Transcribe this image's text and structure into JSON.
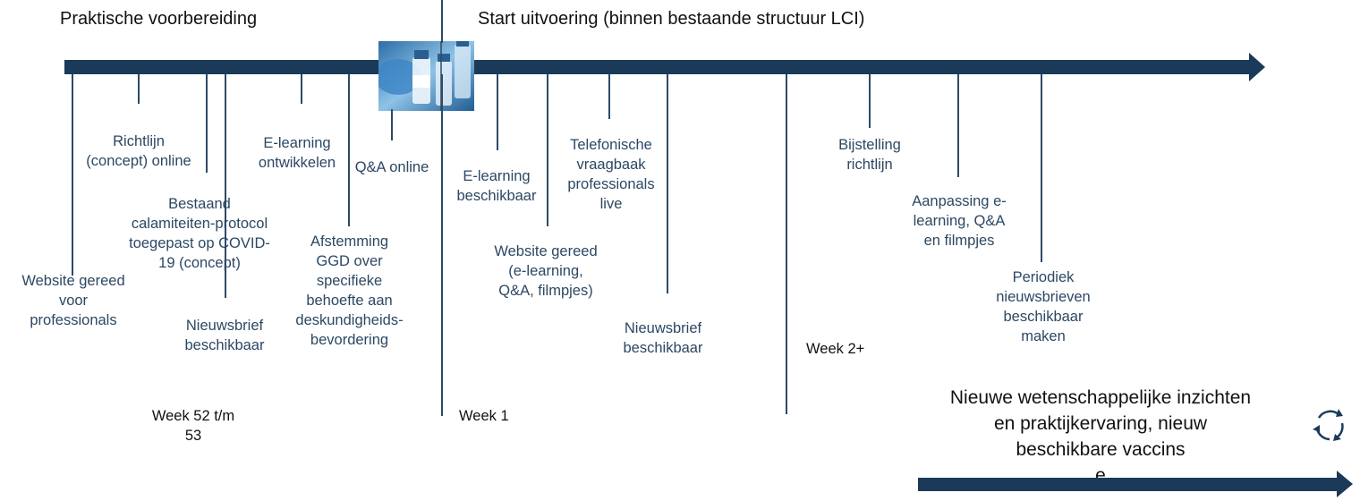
{
  "phases": {
    "left": "Praktische voorbereiding",
    "right": "Start uitvoering (binnen bestaande structuur LCI)"
  },
  "milestones": {
    "m1": "Website gereed\nvoor\nprofessionals",
    "m2": "Richtlijn\n(concept) online",
    "m3": "Bestaand\ncalamiteiten-protocol\ntoegepast op COVID-\n19 (concept)",
    "m4": "Nieuwsbrief\nbeschikbaar",
    "m5": "E-learning\nontwikkelen",
    "m6": "Afstemming\nGGD over\nspecifieke\nbehoefte aan\ndeskundigheids-\nbevordering",
    "m7": "Q&A online",
    "m8": "E-learning\nbeschikbaar",
    "m9": "Website gereed\n(e-learning,\nQ&A, filmpjes)",
    "m10": "Telefonische\nvraagbaak\nprofessionals\nlive",
    "m11": "Nieuwsbrief\nbeschikbaar",
    "m12": "Bijstelling\nrichtlijn",
    "m13": "Aanpassing e-\nlearning, Q&A\nen filmpjes",
    "m14": "Periodiek\nnieuwsbrieven\nbeschikbaar\nmaken"
  },
  "weeks": {
    "w52": "Week 52 t/m\n53",
    "w1": "Week 1",
    "w2": "Week 2+"
  },
  "footer": {
    "text": "Nieuwe wetenschappelijke inzichten\nen praktijkervaring, nieuw\nbeschikbare vaccins\ne"
  },
  "colors": {
    "arrow": "#1b3a5a",
    "label": "#2c4863"
  },
  "icons": {
    "photo": "vaccine-vials-photo",
    "cycle": "refresh-cycle-icon"
  }
}
